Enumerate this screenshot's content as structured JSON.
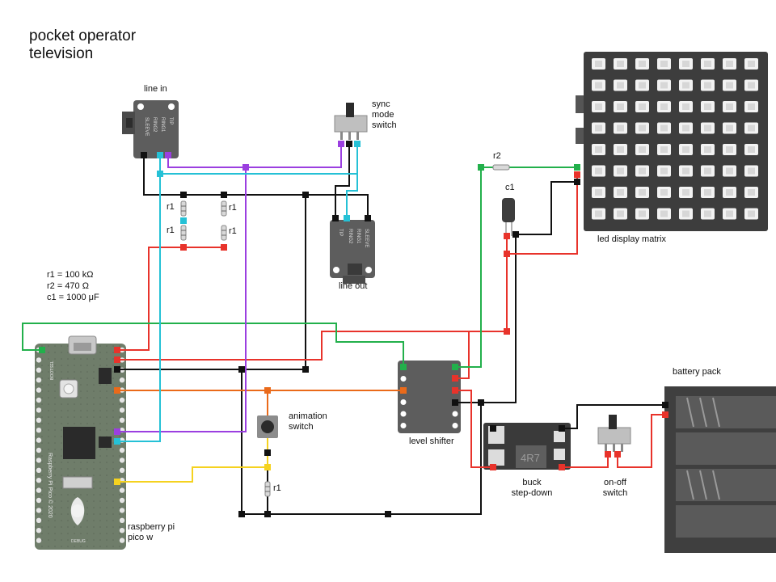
{
  "title": [
    "pocket operator",
    "television"
  ],
  "legend": [
    "r1 = 100 kΩ",
    "r2 = 470 Ω",
    "c1 = 1000 μF"
  ],
  "labels": {
    "line_in": "line in",
    "sync_switch": [
      "sync",
      "mode",
      "switch"
    ],
    "line_out": "line out",
    "led_matrix": "led display matrix",
    "r2": "r2",
    "c1": "c1",
    "r1": "r1",
    "animation_switch": [
      "animation",
      "switch"
    ],
    "level_shifter": "level shifter",
    "battery_pack": "battery pack",
    "buck": [
      "buck",
      "step-down"
    ],
    "onoff": [
      "on-off",
      "switch"
    ],
    "pico": [
      "raspberry pi",
      "pico w"
    ]
  },
  "chip_text": {
    "jack_in": [
      "SLEEVE",
      "RING2",
      "RING1",
      "TIP"
    ],
    "jack_out": [
      "SLEEVE",
      "RING1",
      "RING2",
      "TIP"
    ],
    "inductor": "4R7",
    "pico_board": "Raspberry Pi Pico © 2020",
    "bootsel": "BOOTSEL",
    "debug": "DEBUG"
  },
  "colors": {
    "ground": "#111111",
    "power": "#e8332b",
    "signal_green": "#22b04b",
    "signal_orange": "#ea6a1a",
    "signal_purple": "#9b3fe0",
    "signal_cyan": "#25c1d6",
    "signal_yellow": "#f5d21f",
    "pcb_green": "#6f7d6a",
    "led_panel": "#3d3d3d"
  }
}
